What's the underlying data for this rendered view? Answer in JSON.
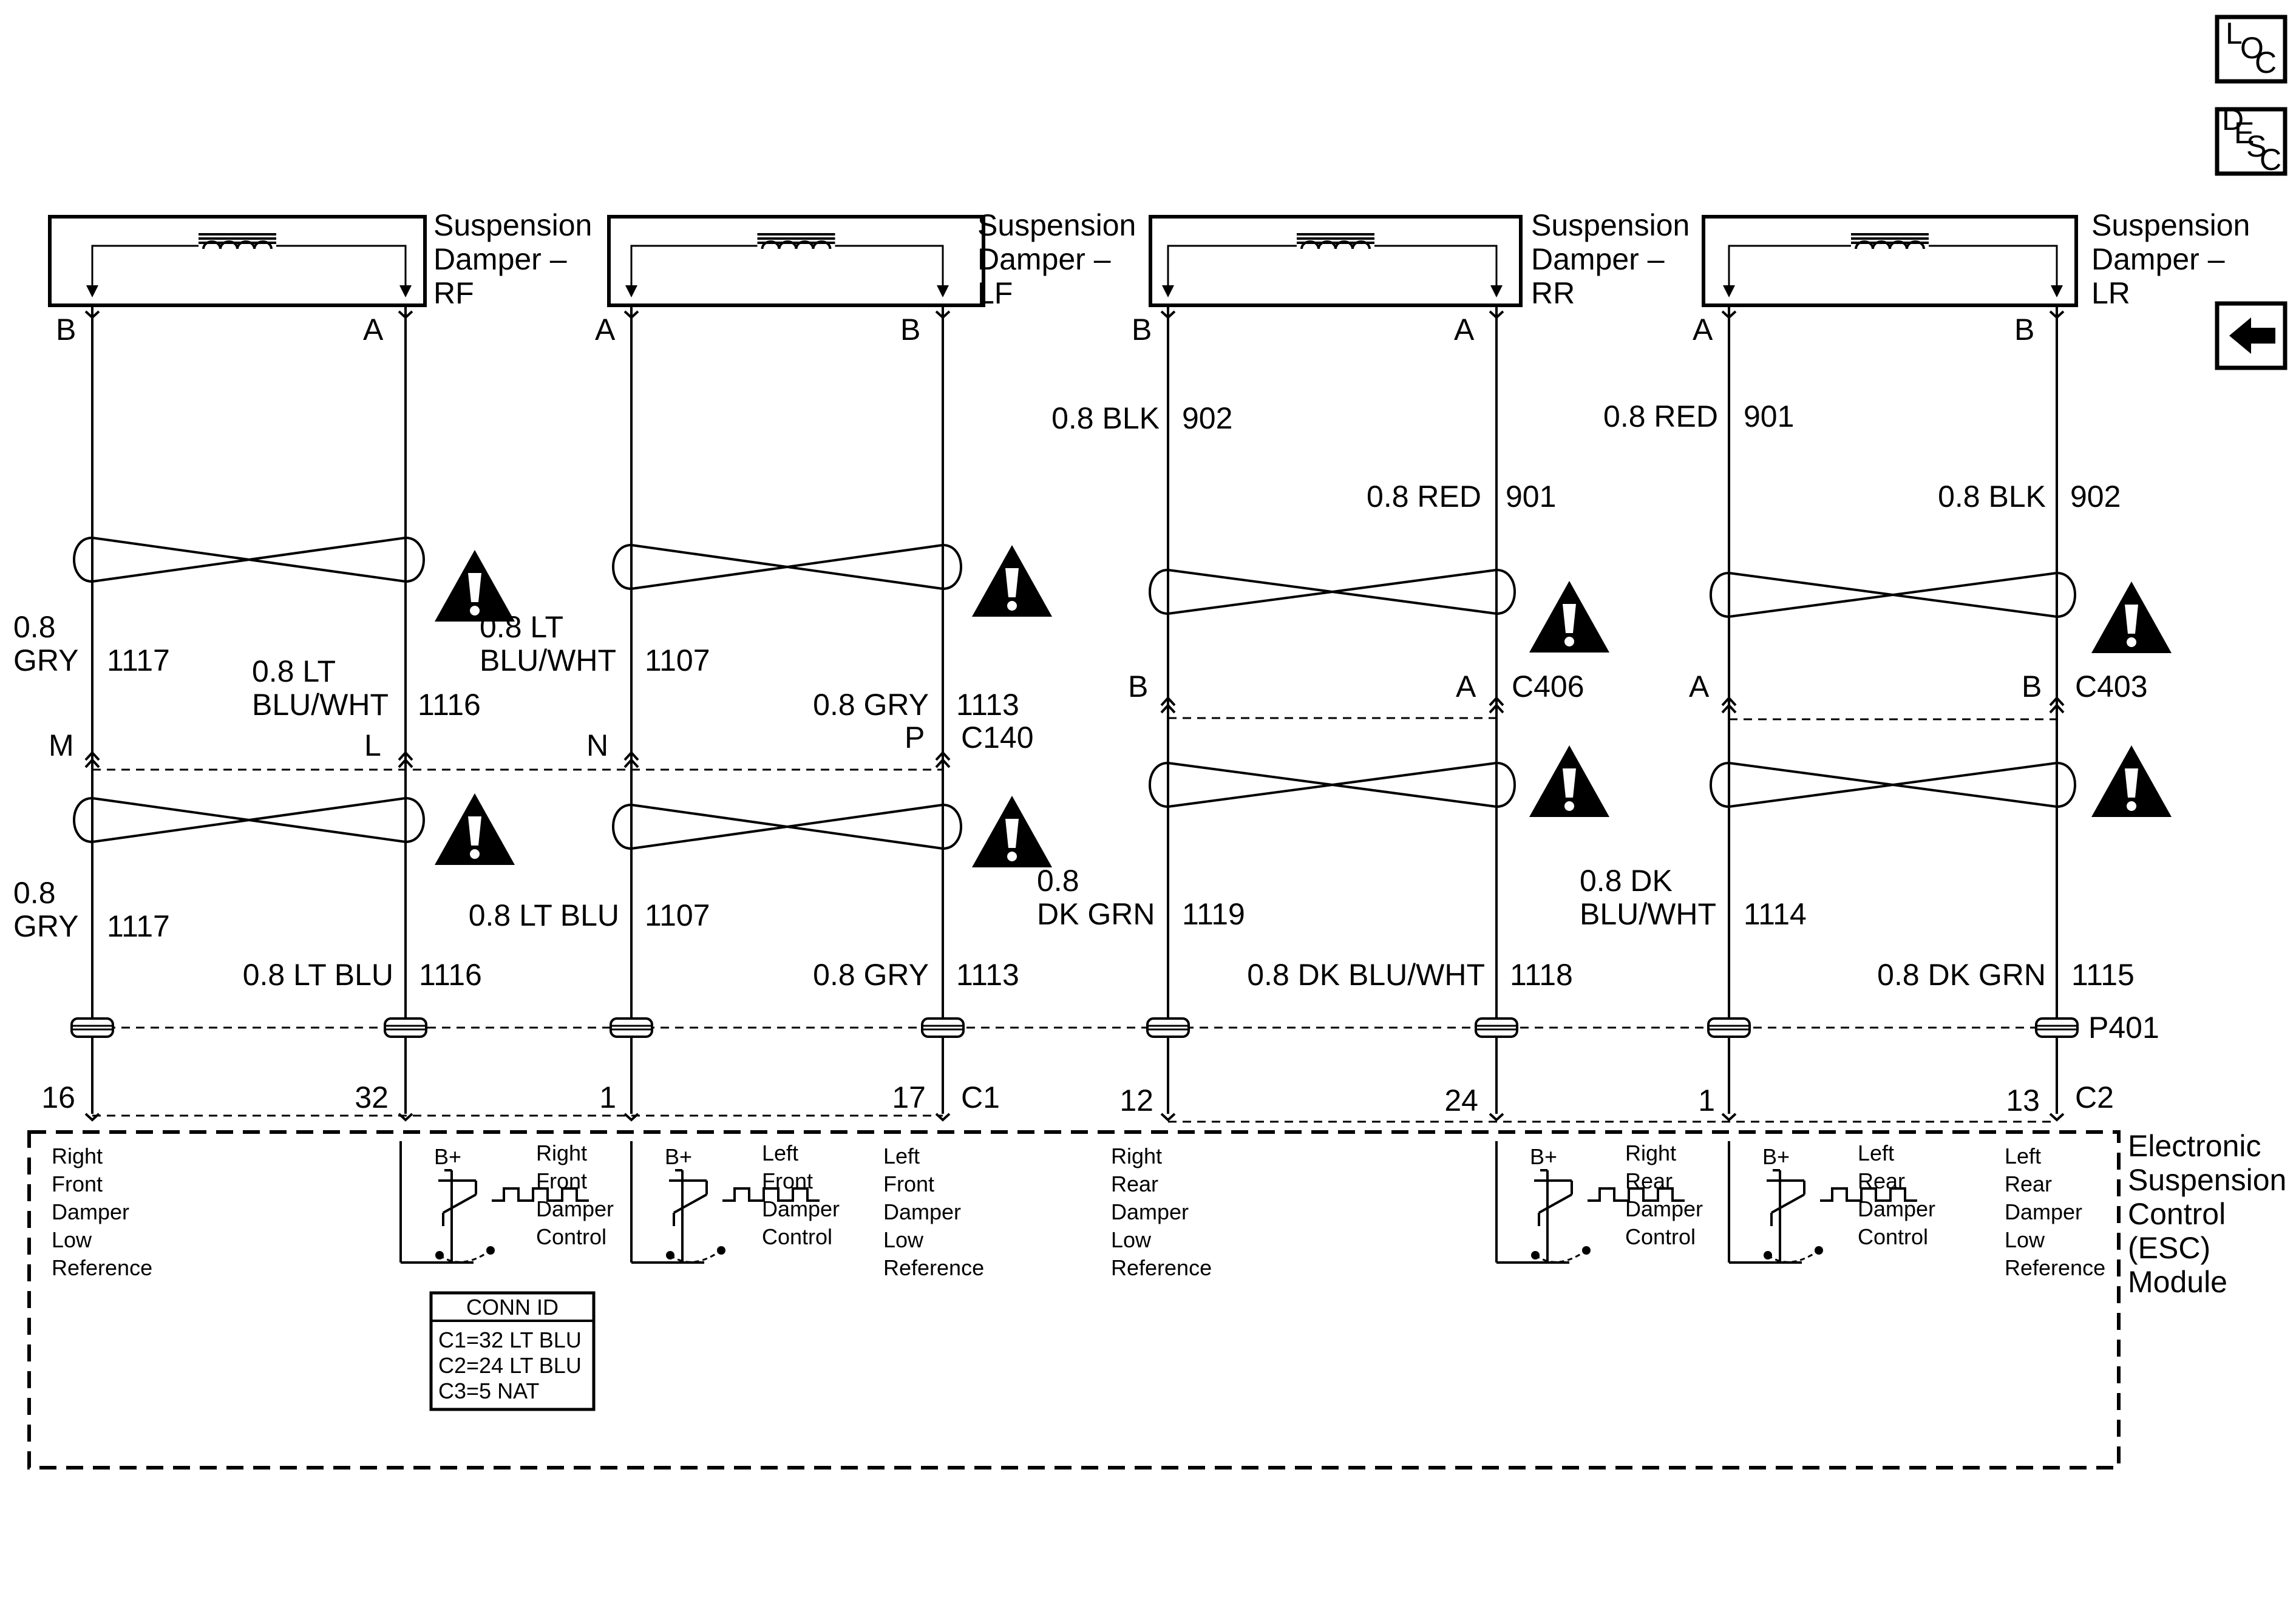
{
  "nav": {
    "loc": [
      "L",
      "O",
      "C"
    ],
    "desc": [
      "D",
      "E",
      "S",
      "C"
    ]
  },
  "dampers": [
    {
      "name": "Suspension Damper – RF",
      "lines": [
        "Suspension",
        "Damper –",
        "RF"
      ],
      "pin_left": "B",
      "pin_right": "A"
    },
    {
      "name": "Suspension Damper – LF",
      "lines": [
        "Suspension",
        "Damper –",
        "LF"
      ],
      "pin_left": "A",
      "pin_right": "B"
    },
    {
      "name": "Suspension Damper – RR",
      "lines": [
        "Suspension",
        "Damper –",
        "RR"
      ],
      "pin_left": "B",
      "pin_right": "A"
    },
    {
      "name": "Suspension Damper – LR",
      "lines": [
        "Suspension",
        "Damper –",
        "LR"
      ],
      "pin_left": "A",
      "pin_right": "B"
    }
  ],
  "wires_upper": [
    {
      "color": [
        "0.8",
        "GRY"
      ],
      "circuit": "1117"
    },
    {
      "color": [
        "0.8 LT",
        "BLU/WHT"
      ],
      "circuit": "1116"
    },
    {
      "color": [
        "0.8 LT",
        "BLU/WHT"
      ],
      "circuit": "1107"
    },
    {
      "color": [
        "0.8 GRY"
      ],
      "circuit": "1113"
    },
    {
      "color": [
        "0.8 BLK"
      ],
      "circuit": "902"
    },
    {
      "color": [
        "0.8 RED"
      ],
      "circuit": "901"
    },
    {
      "color": [
        "0.8 RED"
      ],
      "circuit": "901"
    },
    {
      "color": [
        "0.8 BLK"
      ],
      "circuit": "902"
    }
  ],
  "wires_lower": [
    {
      "color": [
        "0.8",
        "GRY"
      ],
      "circuit": "1117"
    },
    {
      "color": [
        "0.8 LT BLU"
      ],
      "circuit": "1116"
    },
    {
      "color": [
        "0.8 LT BLU"
      ],
      "circuit": "1107"
    },
    {
      "color": [
        "0.8 GRY"
      ],
      "circuit": "1113"
    },
    {
      "color": [
        "0.8",
        "DK GRN"
      ],
      "circuit": "1119"
    },
    {
      "color": [
        "0.8 DK BLU/WHT"
      ],
      "circuit": "1118"
    },
    {
      "color": [
        "0.8 DK",
        "BLU/WHT"
      ],
      "circuit": "1114"
    },
    {
      "color": [
        "0.8 DK GRN"
      ],
      "circuit": "1115"
    }
  ],
  "inline_connectors": [
    {
      "id": "C140",
      "pins": [
        "M",
        "L",
        "N",
        "P"
      ]
    },
    {
      "id": "C406",
      "pins": [
        "B",
        "A"
      ]
    },
    {
      "id": "C403",
      "pins": [
        "A",
        "B"
      ]
    }
  ],
  "harness_connector": {
    "id": "P401"
  },
  "module_connectors": [
    {
      "id": "C1",
      "pins": [
        "16",
        "32",
        "1",
        "17"
      ]
    },
    {
      "id": "C2",
      "pins": [
        "12",
        "24",
        "1",
        "13"
      ]
    }
  ],
  "module": {
    "name": [
      "Electronic",
      "Suspension",
      "Control",
      "(ESC)",
      "Module"
    ],
    "supply": "B+",
    "inputs": [
      [
        "Right",
        "Front",
        "Damper",
        "Low",
        "Reference"
      ],
      [
        "Right",
        "Front",
        "Damper",
        "Control"
      ],
      [
        "Left",
        "Front",
        "Damper",
        "Control"
      ],
      [
        "Left",
        "Front",
        "Damper",
        "Low",
        "Reference"
      ],
      [
        "Right",
        "Rear",
        "Damper",
        "Low",
        "Reference"
      ],
      [
        "Right",
        "Rear",
        "Damper",
        "Control"
      ],
      [
        "Left",
        "Rear",
        "Damper",
        "Control"
      ],
      [
        "Left",
        "Rear",
        "Damper",
        "Low",
        "Reference"
      ]
    ],
    "conn_id": {
      "title": "CONN ID",
      "rows": [
        "C1=32 LT BLU",
        "C2=24 LT BLU",
        "C3=5 NAT"
      ]
    }
  },
  "icons": {
    "warning": "warning-icon",
    "back": "back-arrow-icon"
  }
}
